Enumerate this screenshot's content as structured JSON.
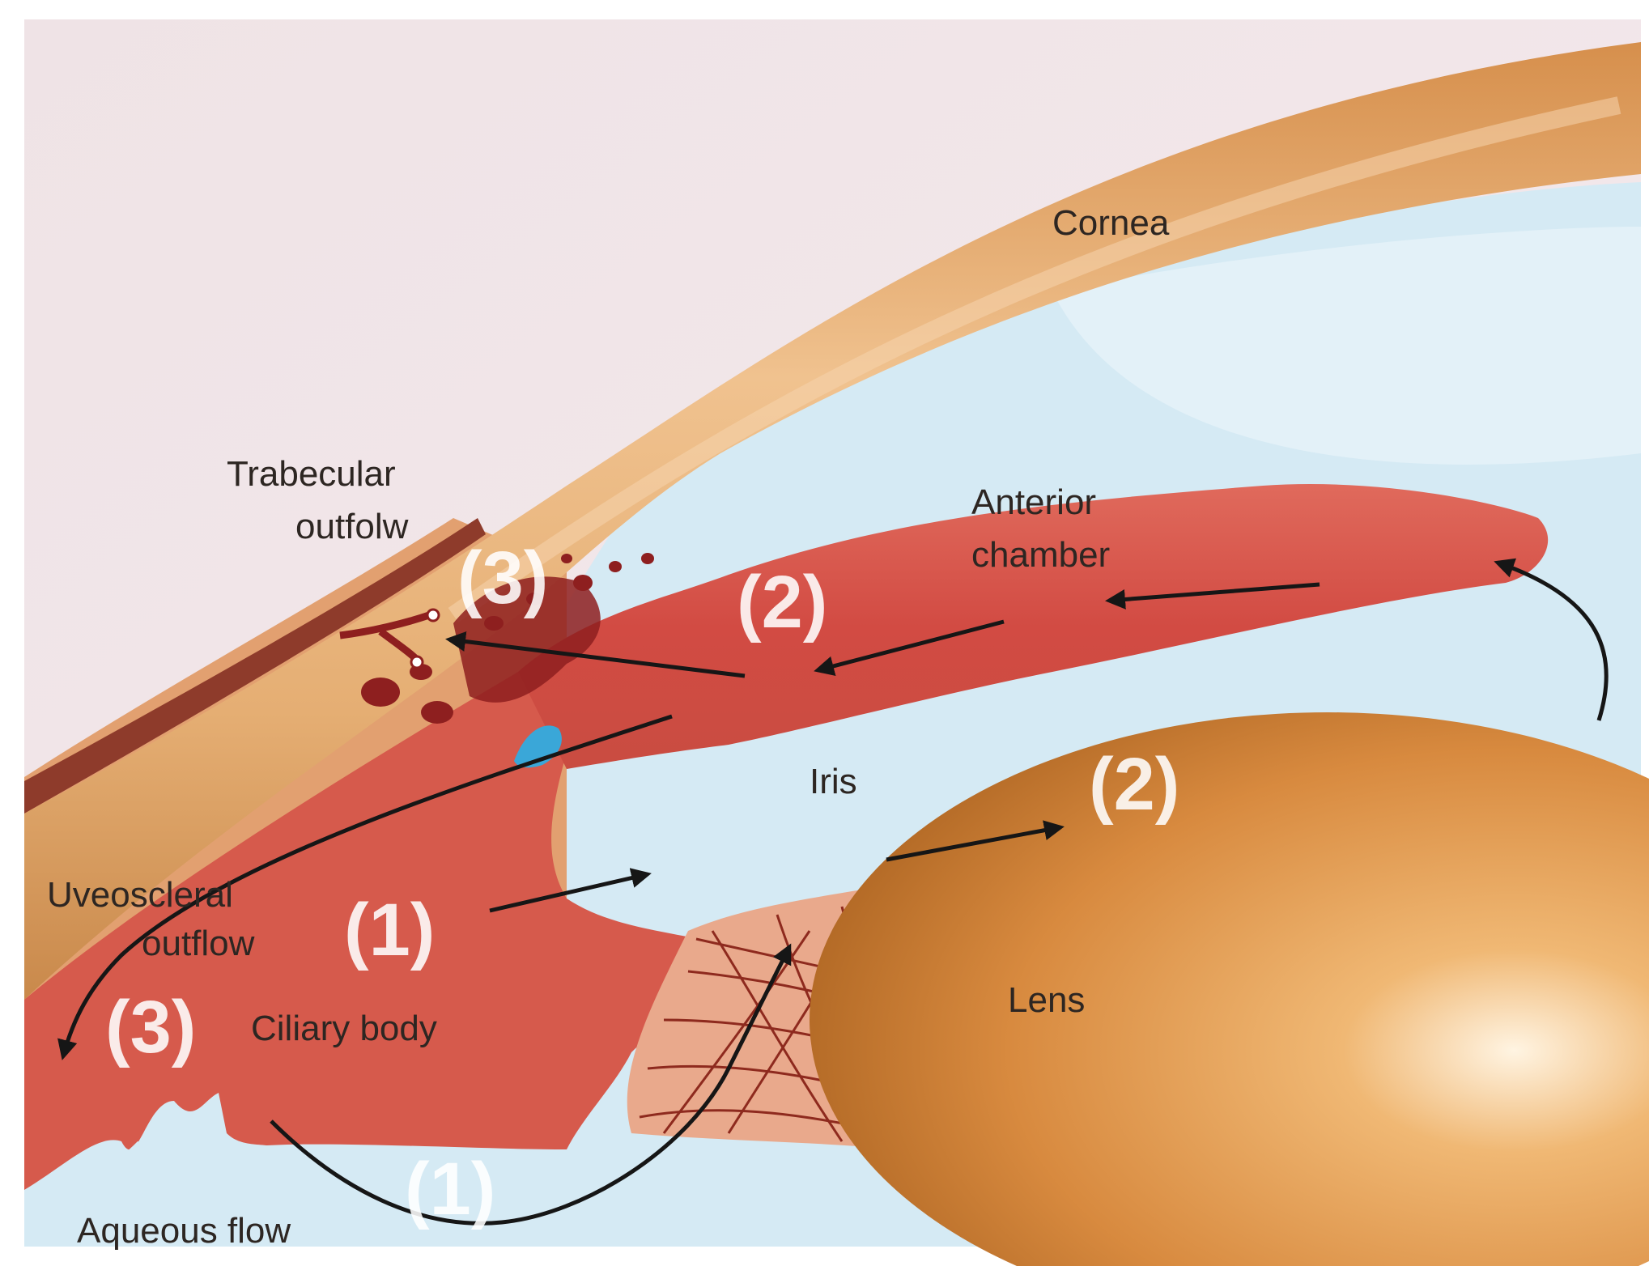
{
  "diagram": {
    "labels": {
      "cornea": "Cornea",
      "trabecular_line1": "Trabecular",
      "trabecular_line2": "outfolw",
      "anterior_line1": "Anterior",
      "anterior_line2": "chamber",
      "iris": "Iris",
      "uveoscleral_line1": "Uveoscleral",
      "uveoscleral_line2": "outflow",
      "ciliary_body": "Ciliary body",
      "lens": "Lens",
      "aqueous_flow": "Aqueous flow"
    },
    "markers": {
      "step1": "(1)",
      "step2": "(2)",
      "step3": "(3)"
    },
    "colors": {
      "background": "#f3e6e9",
      "cornea": "#e4ad6f",
      "aqueous": "#d5eaf4",
      "iris": "#d7564a",
      "ciliary": "#d65a4c",
      "lens": "#d88a3f",
      "zonules": "#e9a98c",
      "blood": "#8e1f1f",
      "arrow": "#161616"
    }
  }
}
